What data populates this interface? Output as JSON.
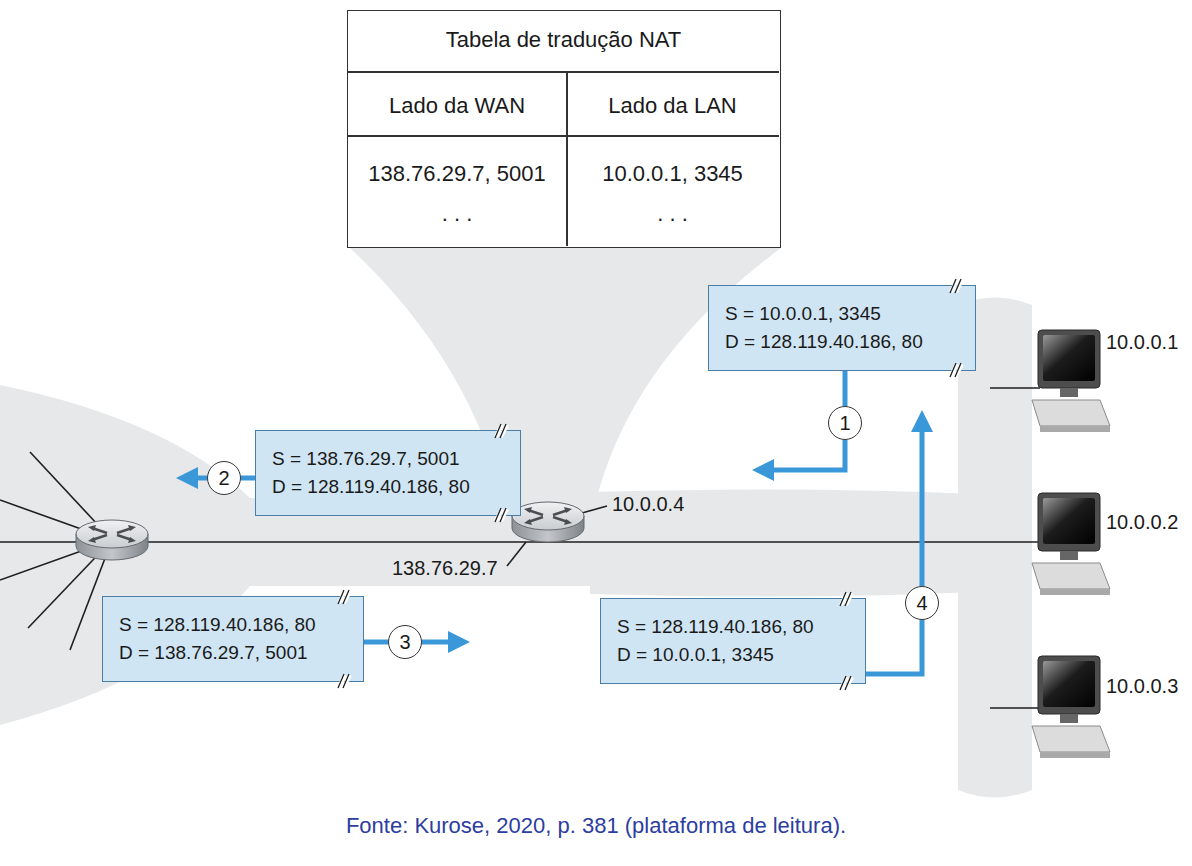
{
  "diagram": {
    "caption": "Fonte: Kurose, 2020, p. 381 (plataforma de leitura).",
    "nodes": [
      {
        "text": [
          "Tabela de tradução NAT",
          "Lado da WAN",
          "Lado da LAN",
          "138.76.29.7, 5001",
          "10.0.0.1, 3345",
          ". . .",
          ". . ."
        ]
      },
      {
        "text": [
          "S = 10.0.0.1, 3345",
          "D = 128.119.40.186, 80"
        ]
      },
      {
        "text": [
          "1"
        ]
      },
      {
        "text": [
          "S = 138.76.29.7, 5001",
          "D = 128.119.40.186, 80"
        ]
      },
      {
        "text": [
          "2"
        ]
      },
      {
        "text": [
          "S = 128.119.40.186, 80",
          "D = 138.76.29.7, 5001"
        ]
      },
      {
        "text": [
          "3"
        ]
      },
      {
        "text": [
          "S = 128.119.40.186, 80",
          "D = 10.0.0.1, 3345"
        ]
      },
      {
        "text": [
          "4"
        ]
      }
    ],
    "edges": [
      {
        "from": 1,
        "to": 2,
        "arrow": "none"
      },
      {
        "from": 3,
        "to": 4,
        "arrow": "none"
      },
      {
        "from": 5,
        "to": 6,
        "arrow": "none"
      },
      {
        "from": 7,
        "to": 8,
        "arrow": "none"
      }
    ],
    "labels": [
      "10.0.0.4",
      "138.76.29.7",
      "10.0.0.1",
      "10.0.0.2",
      "10.0.0.3"
    ]
  }
}
